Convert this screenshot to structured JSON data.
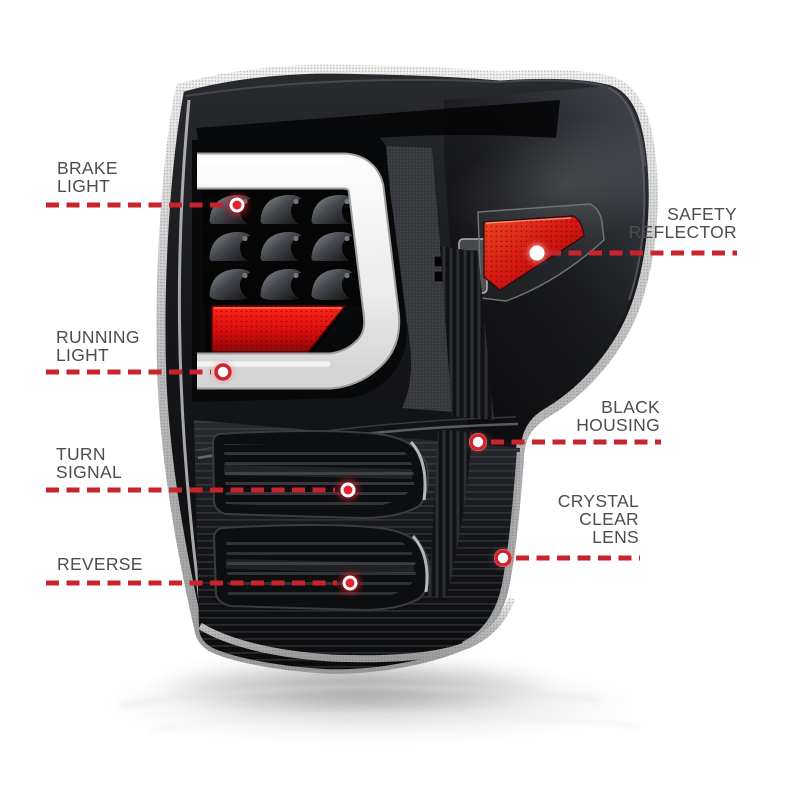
{
  "colors": {
    "background": "#ffffff",
    "label_text": "#4d4d4f",
    "callout_red": "#c9232e",
    "marker_core_red": "#e8222d",
    "reflector_red": "#d31a14",
    "led_tube_white": "#f2f2f2",
    "housing_black": "#131417",
    "chrome_trim": "#c3c3c3"
  },
  "callouts": {
    "brake_light": {
      "label": "BRAKE\nLIGHT",
      "side": "left"
    },
    "running_light": {
      "label": "RUNNING\nLIGHT",
      "side": "left"
    },
    "turn_signal": {
      "label": "TURN\nSIGNAL",
      "side": "left"
    },
    "reverse": {
      "label": "REVERSE",
      "side": "left"
    },
    "safety_reflector": {
      "label": "SAFETY\nREFLECTOR",
      "side": "right"
    },
    "black_housing": {
      "label": "BLACK\nHOUSING",
      "side": "right"
    },
    "crystal_clear_lens": {
      "label": "CRYSTAL\nCLEAR\nLENS",
      "side": "right"
    }
  }
}
